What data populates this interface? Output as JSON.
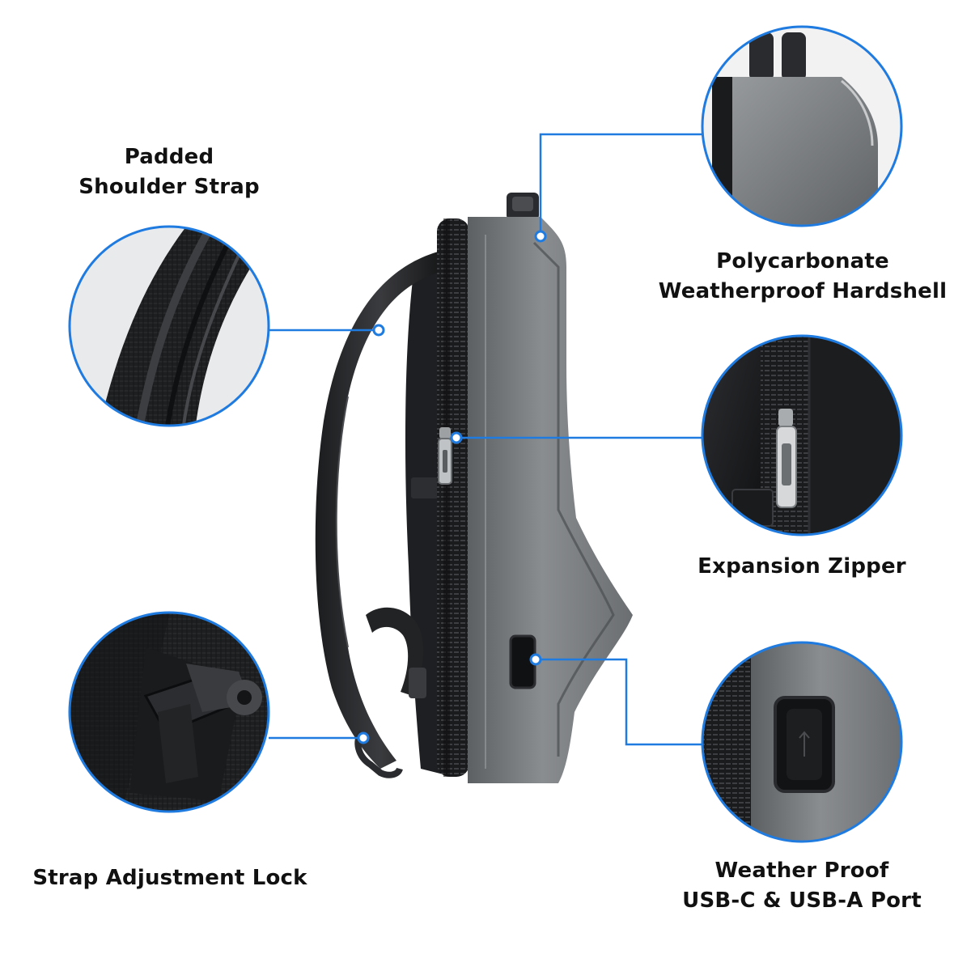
{
  "theme": {
    "background": "#ffffff",
    "callout_color": "#1f7be0",
    "shell_color": "#7a7d80",
    "text_color": "#111111"
  },
  "product": {
    "name": "hardshell laptop backpack"
  },
  "callouts": {
    "shoulder_strap": {
      "lines": [
        "Padded",
        "Shoulder Strap"
      ],
      "icon": "padded-strap-closeup"
    },
    "hardshell": {
      "lines": [
        "Polycarbonate",
        "Weatherproof Hardshell"
      ],
      "icon": "hardshell-top-closeup"
    },
    "zipper": {
      "lines": [
        "Expansion Zipper"
      ],
      "icon": "zipper-pull-closeup"
    },
    "strap_lock": {
      "lines": [
        "Strap Adjustment Lock"
      ],
      "icon": "strap-buckle-closeup"
    },
    "usb_port": {
      "lines": [
        "Weather Proof",
        "USB-C & USB-A Port"
      ],
      "icon": "usb-port-cover-closeup"
    }
  }
}
